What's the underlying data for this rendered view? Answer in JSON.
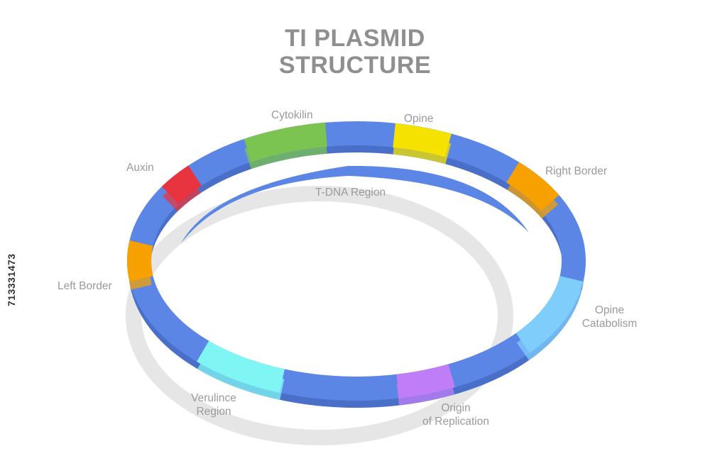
{
  "title": {
    "line1": "TI PLASMID",
    "line2": "STRUCTURE"
  },
  "labels": {
    "cytokilin": "Cytokilin",
    "opine": "Opine",
    "auxin": "Auxin",
    "right_border": "Right Border",
    "tdna_region": "T-DNA Region",
    "left_border": "Left Border",
    "opine_catabolism_1": "Opine",
    "opine_catabolism_2": "Catabolism",
    "verulince_1": "Verulince",
    "verulince_2": "Region",
    "origin_1": "Origin",
    "origin_2": "of Replication"
  },
  "stock_id": "713331473",
  "colors": {
    "ring": "#5b86e5",
    "auxin": "#e8343e",
    "cytokilin": "#7bc452",
    "opine": "#f5e200",
    "border": "#f6a100",
    "opine_catabolism": "#7fcdfb",
    "verulince": "#80f6f4",
    "origin": "#c07ef6",
    "shadow": "#e4e4e4",
    "text": "#9a9a9a"
  }
}
